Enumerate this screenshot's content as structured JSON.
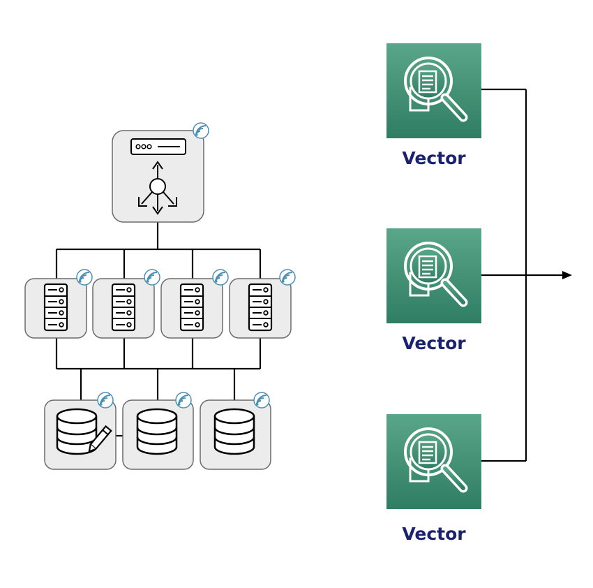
{
  "colors": {
    "node_fill": "#ececec",
    "node_stroke": "#6b6b6b",
    "line": "#000000",
    "badge": "#4a8fb4",
    "vector_tile_top": "#5aa68a",
    "vector_tile_bottom": "#2f7d63",
    "vector_label": "#1a2270"
  },
  "icons": {
    "load_balancer": "load-balancer-icon",
    "server": "server-rack-icon",
    "primary_db": "database-edit-icon",
    "replica_db": "database-icon",
    "vector_search": "document-search-icon",
    "status_badge": "wifi-signal-icon"
  },
  "vector_nodes": [
    {
      "label": "Vector"
    },
    {
      "label": "Vector"
    },
    {
      "label": "Vector"
    }
  ]
}
